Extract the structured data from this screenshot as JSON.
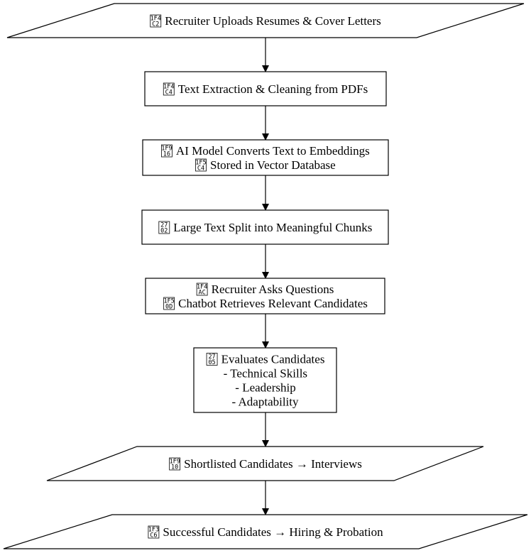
{
  "diagram": {
    "nodes": [
      {
        "shape": "parallelogram",
        "lines": [
          {
            "glyph": "1F4C2",
            "text": "Recruiter Uploads Resumes & Cover Letters"
          }
        ]
      },
      {
        "shape": "box",
        "lines": [
          {
            "glyph": "1F4C4",
            "text": "Text Extraction & Cleaning from PDFs"
          }
        ]
      },
      {
        "shape": "box",
        "lines": [
          {
            "glyph": "1F916",
            "text": "AI Model Converts Text to Embeddings"
          },
          {
            "glyph": "1F5C4",
            "text": "Stored in Vector Database"
          }
        ]
      },
      {
        "shape": "box",
        "lines": [
          {
            "glyph": "2702",
            "text": "Large Text Split into Meaningful Chunks"
          }
        ]
      },
      {
        "shape": "box",
        "lines": [
          {
            "glyph": "1F4AC",
            "text": "Recruiter Asks Questions"
          },
          {
            "glyph": "1F50D",
            "text": "Chatbot Retrieves Relevant Candidates"
          }
        ]
      },
      {
        "shape": "box",
        "lines": [
          {
            "glyph": "2705",
            "text": "Evaluates Candidates"
          },
          {
            "glyph": "",
            "text": "- Technical Skills"
          },
          {
            "glyph": "",
            "text": "- Leadership"
          },
          {
            "glyph": "",
            "text": "- Adaptability"
          }
        ]
      },
      {
        "shape": "parallelogram",
        "lines": [
          {
            "glyph": "1F910",
            "text": "Shortlisted Candidates → Interviews"
          }
        ]
      },
      {
        "shape": "parallelogram",
        "lines": [
          {
            "glyph": "1F3C6",
            "text": "Successful Candidates → Hiring & Probation"
          }
        ]
      }
    ]
  }
}
